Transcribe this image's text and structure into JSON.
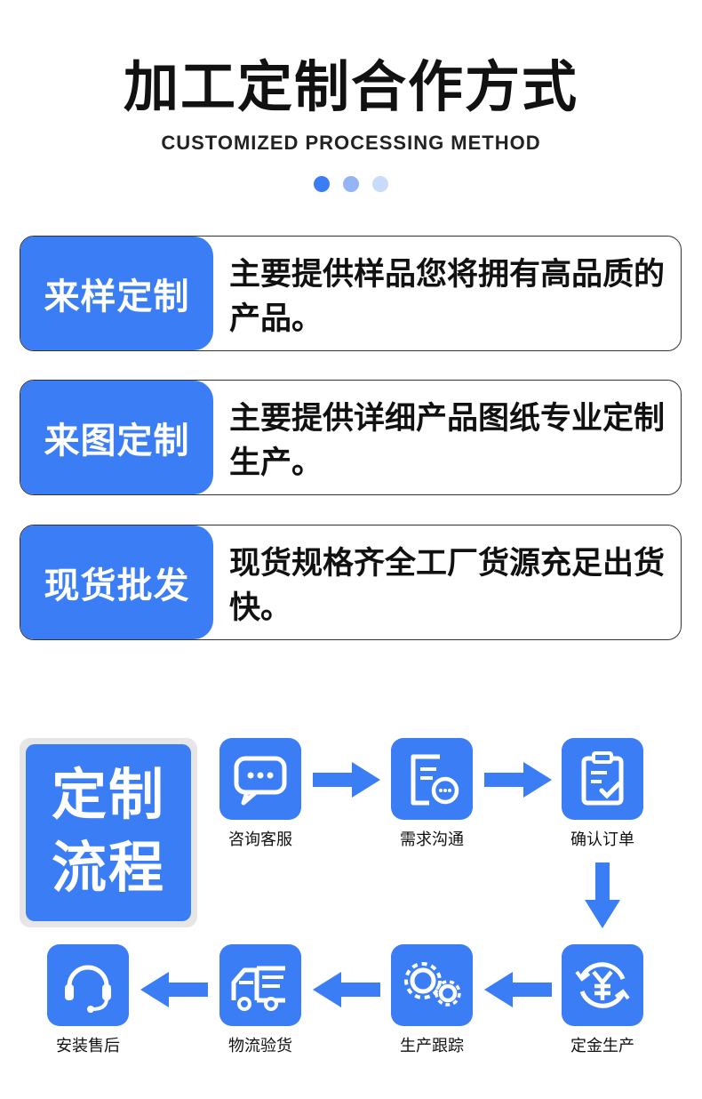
{
  "header": {
    "title": "加工定制合作方式",
    "subtitle": "CUSTOMIZED PROCESSING METHOD",
    "dot_colors": [
      "#3b7df5",
      "#94b5f5",
      "#c9dbfb"
    ]
  },
  "cards": [
    {
      "tag": "来样定制",
      "text": "主要提供样品您将拥有高品质的产品。"
    },
    {
      "tag": "来图定制",
      "text": "主要提供详细产品图纸专业定制生产。"
    },
    {
      "tag": "现货批发",
      "text": "现货规格齐全工厂货源充足出货快。"
    }
  ],
  "flow": {
    "badge_line1": "定制",
    "badge_line2": "流程",
    "steps": [
      {
        "label": "咨询客服",
        "icon": "chat-bubble-icon"
      },
      {
        "label": "需求沟通",
        "icon": "document-chat-icon"
      },
      {
        "label": "确认订单",
        "icon": "clipboard-check-icon"
      },
      {
        "label": "定金生产",
        "icon": "yuan-cycle-icon"
      },
      {
        "label": "生产跟踪",
        "icon": "gears-icon"
      },
      {
        "label": "物流验货",
        "icon": "truck-icon"
      },
      {
        "label": "安装售后",
        "icon": "headset-icon"
      }
    ]
  },
  "colors": {
    "accent": "#3b7df5"
  }
}
